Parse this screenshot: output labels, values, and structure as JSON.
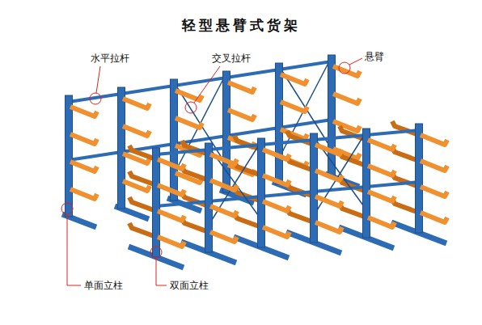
{
  "diagram": {
    "title": "轻型悬臂式货架",
    "labels": [
      "水平拉杆",
      "交叉拉杆",
      "悬臂",
      "单面立柱",
      "双面立柱"
    ]
  }
}
